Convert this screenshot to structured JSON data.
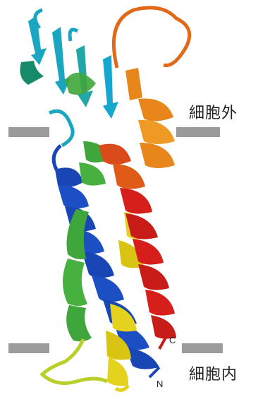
{
  "labels": {
    "extracellular": "細胞外",
    "intracellular": "細胞内",
    "c_terminus": "C",
    "n_terminus": "N"
  },
  "colors": {
    "membrane_bar": "#9b9b9b",
    "helix_blue": "#1846b4",
    "helix_green": "#3fa63b",
    "helix_yellow": "#e4d21e",
    "helix_orange": "#e8861b",
    "helix_red": "#d61f1a",
    "sheet_cyan": "#1aa6c0",
    "sheet_teal": "#178a6a",
    "loop_yellowgreen": "#b9cf2a"
  }
}
